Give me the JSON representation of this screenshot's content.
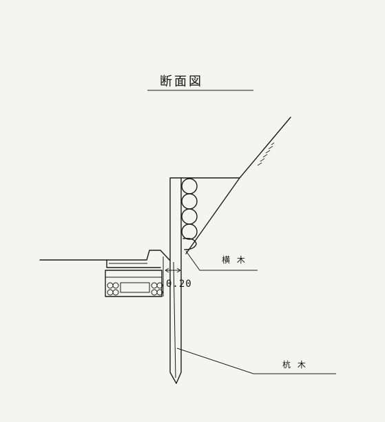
{
  "drawing": {
    "title": "断面図",
    "labels": {
      "cross_beam": "横 木",
      "pile": "杭 木",
      "width": "0.20"
    }
  }
}
